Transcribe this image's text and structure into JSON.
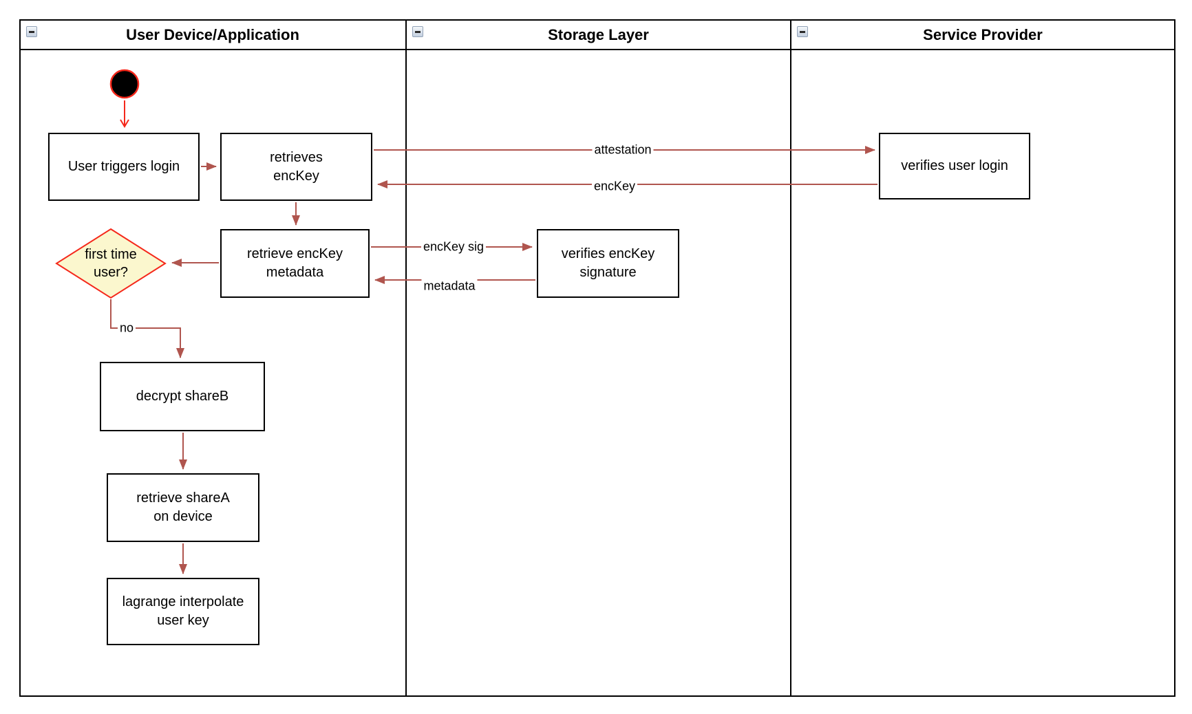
{
  "diagram": {
    "type": "uml-activity-swimlane",
    "lanes": [
      {
        "title": "User Device/Application"
      },
      {
        "title": "Storage Layer"
      },
      {
        "title": "Service Provider"
      }
    ],
    "nodes": {
      "user_triggers_login": "User triggers login",
      "retrieves_enckey": "retrieves\nencKey",
      "retrieve_enckey_metadata": "retrieve encKey\nmetadata",
      "first_time_user": "first time\nuser?",
      "decrypt_shareb": "decrypt shareB",
      "retrieve_sharea": "retrieve shareA\non device",
      "lagrange_interpolate": "lagrange interpolate\nuser key",
      "verifies_enckey_signature": "verifies encKey\nsignature",
      "verifies_user_login": "verifies user login"
    },
    "edge_labels": {
      "attestation": "attestation",
      "enckey": "encKey",
      "enckey_sig": "encKey sig",
      "metadata": "metadata",
      "no": "no"
    },
    "colors": {
      "flow_edge": "#B0554E",
      "accent_red": "#F5281B",
      "decision_fill": "#FBF7CE",
      "node_border": "#000000",
      "node_fill": "#FFFFFF"
    }
  }
}
